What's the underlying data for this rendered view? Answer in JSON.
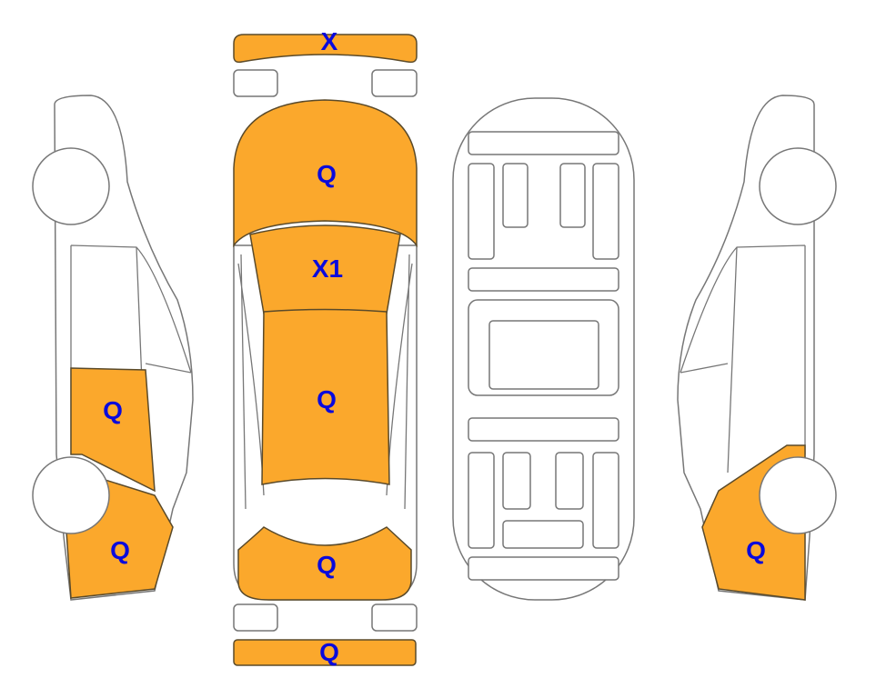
{
  "colors": {
    "damaged": "#FBA82C",
    "label": "#0A0ADC",
    "outline": "#777777"
  },
  "labels": {
    "front_bumper": "X",
    "hood": "Q",
    "windshield": "X1",
    "roof": "Q",
    "trunk": "Q",
    "rear_bumper": "Q",
    "left_rear_door": "Q",
    "left_rear_quarter": "Q",
    "right_rear_quarter": "Q"
  }
}
